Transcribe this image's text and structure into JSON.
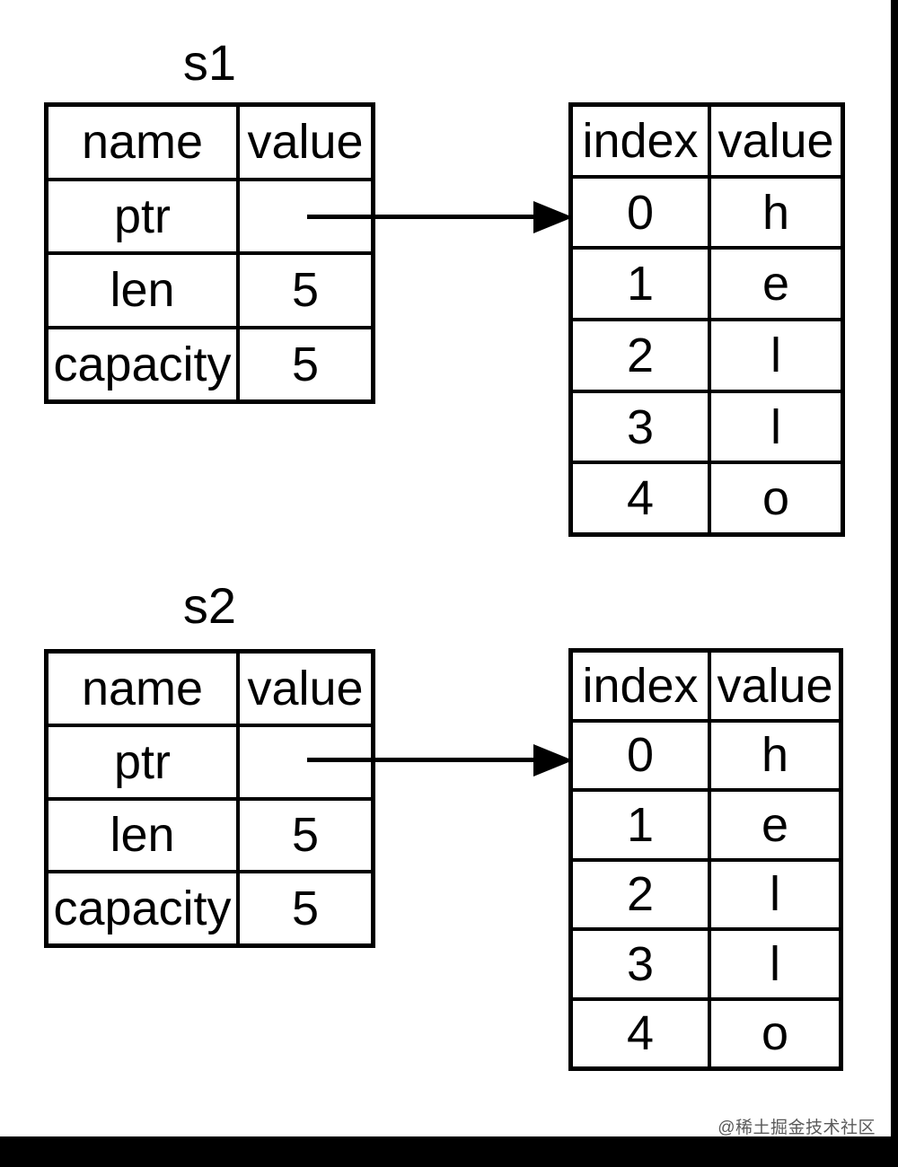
{
  "colors": {
    "background": "#ffffff",
    "line": "#000000",
    "watermark_text": "#5a5a5a",
    "frame_bars": "#000000"
  },
  "sections": [
    {
      "label": "s1",
      "stack_table": {
        "headers": [
          "name",
          "value"
        ],
        "rows": [
          {
            "name": "ptr",
            "value": ""
          },
          {
            "name": "len",
            "value": "5"
          },
          {
            "name": "capacity",
            "value": "5"
          }
        ]
      },
      "heap_table": {
        "headers": [
          "index",
          "value"
        ],
        "rows": [
          {
            "index": "0",
            "value": "h"
          },
          {
            "index": "1",
            "value": "e"
          },
          {
            "index": "2",
            "value": "l"
          },
          {
            "index": "3",
            "value": "l"
          },
          {
            "index": "4",
            "value": "o"
          }
        ]
      }
    },
    {
      "label": "s2",
      "stack_table": {
        "headers": [
          "name",
          "value"
        ],
        "rows": [
          {
            "name": "ptr",
            "value": ""
          },
          {
            "name": "len",
            "value": "5"
          },
          {
            "name": "capacity",
            "value": "5"
          }
        ]
      },
      "heap_table": {
        "headers": [
          "index",
          "value"
        ],
        "rows": [
          {
            "index": "0",
            "value": "h"
          },
          {
            "index": "1",
            "value": "e"
          },
          {
            "index": "2",
            "value": "l"
          },
          {
            "index": "3",
            "value": "l"
          },
          {
            "index": "4",
            "value": "o"
          }
        ]
      }
    }
  ],
  "watermark": {
    "text": "@稀土掘金技术社区"
  }
}
